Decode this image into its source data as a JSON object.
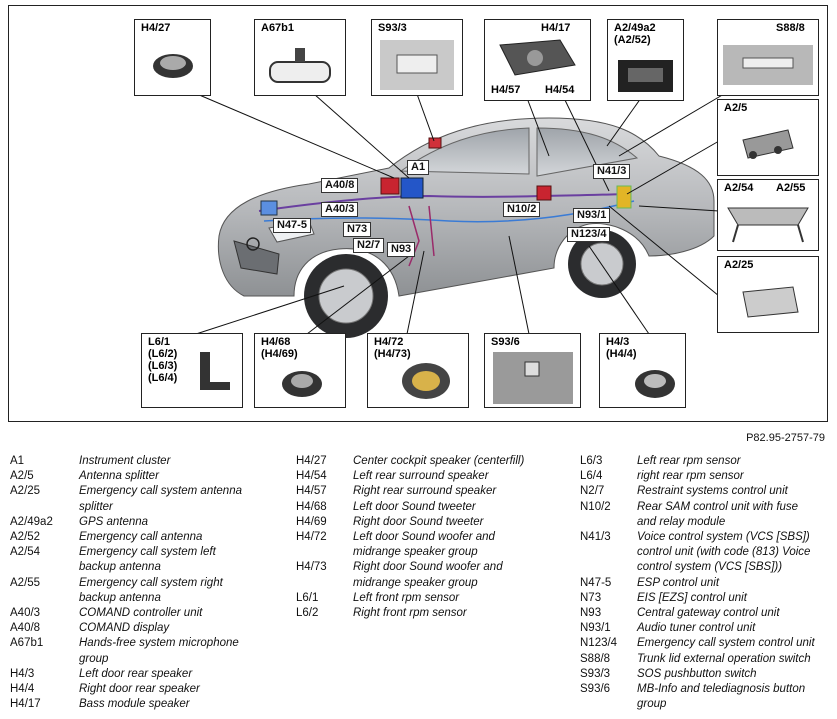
{
  "figure": {
    "reference": "P82.95-2757-79",
    "callouts": {
      "h4_27": "H4/27",
      "a67b1": "A67b1",
      "s93_3": "S93/3",
      "h4_17": "H4/17",
      "h4_57": "H4/57",
      "h4_54": "H4/54",
      "a2_49a2": "A2/49a2\n(A2/52)",
      "s88_8": "S88/8",
      "a2_5": "A2/5",
      "a2_54": "A2/54",
      "a2_55": "A2/55",
      "a2_25": "A2/25",
      "l6_1": "L6/1\n(L6/2)\n(L6/3)\n(L6/4)",
      "h4_68": "H4/68\n(H4/69)",
      "h4_72": "H4/72\n(H4/73)",
      "s93_6": "S93/6",
      "h4_3": "H4/3\n(H4/4)"
    },
    "car_labels": {
      "a1": "A1",
      "a40_8": "A40/8",
      "a40_3": "A40/3",
      "n47_5": "N47-5",
      "n73": "N73",
      "n2_7": "N2/7",
      "n93": "N93",
      "n10_2": "N10/2",
      "n93_1": "N93/1",
      "n123_4": "N123/4",
      "n41_3": "N41/3"
    }
  },
  "legend": {
    "col1": [
      {
        "code": "A1",
        "desc": [
          "Instrument cluster"
        ]
      },
      {
        "code": "A2/5",
        "desc": [
          "Antenna splitter"
        ]
      },
      {
        "code": "A2/25",
        "desc": [
          "Emergency call system antenna",
          "splitter"
        ]
      },
      {
        "code": "A2/49a2",
        "desc": [
          "GPS antenna"
        ]
      },
      {
        "code": "A2/52",
        "desc": [
          "Emergency call antenna"
        ]
      },
      {
        "code": "A2/54",
        "desc": [
          "Emergency call system left",
          "backup antenna"
        ]
      },
      {
        "code": "A2/55",
        "desc": [
          "Emergency call system right",
          "backup antenna"
        ]
      },
      {
        "code": "A40/3",
        "desc": [
          "COMAND controller unit"
        ]
      },
      {
        "code": "A40/8",
        "desc": [
          "COMAND display"
        ]
      },
      {
        "code": "A67b1",
        "desc": [
          "Hands-free system microphone",
          "group"
        ]
      },
      {
        "code": "H4/3",
        "desc": [
          "Left door rear speaker"
        ]
      },
      {
        "code": "H4/4",
        "desc": [
          "Right door rear speaker"
        ]
      },
      {
        "code": "H4/17",
        "desc": [
          "Bass module speaker"
        ]
      }
    ],
    "col2": [
      {
        "code": "H4/27",
        "desc": [
          "Center cockpit speaker (centerfill)"
        ]
      },
      {
        "code": "H4/54",
        "desc": [
          "Left rear surround speaker"
        ]
      },
      {
        "code": "H4/57",
        "desc": [
          "Right rear surround speaker"
        ]
      },
      {
        "code": "H4/68",
        "desc": [
          "Left door Sound tweeter"
        ]
      },
      {
        "code": "H4/69",
        "desc": [
          "Right door Sound tweeter"
        ]
      },
      {
        "code": "H4/72",
        "desc": [
          "Left door Sound woofer and",
          "midrange speaker group"
        ]
      },
      {
        "code": "H4/73",
        "desc": [
          "Right door Sound woofer and",
          "midrange speaker group"
        ]
      },
      {
        "code": "L6/1",
        "desc": [
          "Left front rpm sensor"
        ]
      },
      {
        "code": "L6/2",
        "desc": [
          "Right front rpm sensor"
        ]
      }
    ],
    "col3": [
      {
        "code": "L6/3",
        "desc": [
          "Left rear rpm sensor"
        ]
      },
      {
        "code": "L6/4",
        "desc": [
          "right rear rpm sensor"
        ]
      },
      {
        "code": "N2/7",
        "desc": [
          "Restraint systems control unit"
        ]
      },
      {
        "code": "N10/2",
        "desc": [
          "Rear SAM control unit with fuse",
          "and relay module"
        ]
      },
      {
        "code": "N41/3",
        "desc": [
          "Voice control system (VCS [SBS])",
          "control unit (with code (813) Voice",
          "control system (VCS [SBS]))"
        ]
      },
      {
        "code": "N47-5",
        "desc": [
          "ESP control unit"
        ]
      },
      {
        "code": "N73",
        "desc": [
          "EIS [EZS] control unit"
        ]
      },
      {
        "code": "N93",
        "desc": [
          "Central gateway control unit"
        ]
      },
      {
        "code": "N93/1",
        "desc": [
          "Audio tuner control unit"
        ]
      },
      {
        "code": "N123/4",
        "desc": [
          "Emergency call system control unit"
        ]
      },
      {
        "code": "S88/8",
        "desc": [
          "Trunk lid external operation switch"
        ]
      },
      {
        "code": "S93/3",
        "desc": [
          "SOS pushbutton switch"
        ]
      },
      {
        "code": "S93/6",
        "desc": [
          "MB-Info and telediagnosis button",
          "group"
        ]
      }
    ]
  }
}
